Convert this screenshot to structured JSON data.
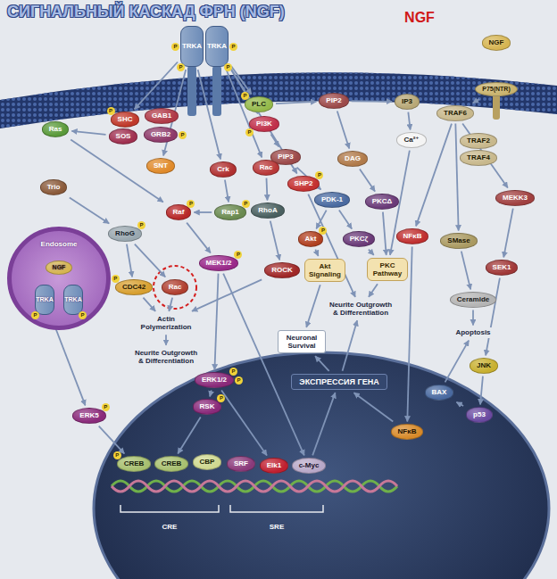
{
  "diagram": {
    "title": "СИГНАЛЬНЫЙ КАСКАД ФРН (NGF)",
    "nodes": [
      {
        "text": [
          "TRKA"
        ]
      },
      {
        "text": [
          "TRKA"
        ]
      },
      {
        "text": [
          "NGF"
        ]
      },
      {
        "text": [
          "P75(NTR)"
        ]
      },
      {
        "text": [
          "Ras"
        ]
      },
      {
        "text": [
          "SHC"
        ]
      },
      {
        "text": [
          "GAB1"
        ]
      },
      {
        "text": [
          "SOS"
        ]
      },
      {
        "text": [
          "GRB2"
        ]
      },
      {
        "text": [
          "PLC"
        ]
      },
      {
        "text": [
          "PI3K"
        ]
      },
      {
        "text": [
          "PIP2"
        ]
      },
      {
        "text": [
          "IP3"
        ]
      },
      {
        "text": [
          "TRAF6"
        ]
      },
      {
        "text": [
          "PIP3"
        ]
      },
      {
        "text": [
          "DAG"
        ]
      },
      {
        "text": [
          "Ca²⁺"
        ]
      },
      {
        "text": [
          "TRAF2"
        ]
      },
      {
        "text": [
          "TRAF4"
        ]
      },
      {
        "text": [
          "SNT"
        ]
      },
      {
        "text": [
          "Trio"
        ]
      },
      {
        "text": [
          "Crk"
        ]
      },
      {
        "text": [
          "Rac"
        ]
      },
      {
        "text": [
          "SHP2"
        ]
      },
      {
        "text": [
          "PDK-1"
        ]
      },
      {
        "text": [
          "PKCΔ"
        ]
      },
      {
        "text": [
          "NFκB"
        ]
      },
      {
        "text": [
          "MEKK3"
        ]
      },
      {
        "text": [
          "Raf"
        ]
      },
      {
        "text": [
          "Rap1"
        ]
      },
      {
        "text": [
          "RhoA"
        ]
      },
      {
        "text": [
          "Akt"
        ]
      },
      {
        "text": [
          "PKCζ"
        ]
      },
      {
        "text": [
          "SMase"
        ]
      },
      {
        "text": [
          "RhoG"
        ]
      },
      {
        "text": [
          "MEK1/2"
        ]
      },
      {
        "text": [
          "ROCK"
        ]
      },
      {
        "text": [
          "Akt Signaling"
        ]
      },
      {
        "text": [
          "PKC Pathway"
        ]
      },
      {
        "text": [
          "SEK1"
        ]
      },
      {
        "text": [
          "Endosome"
        ]
      },
      {
        "text": [
          "NGF"
        ],
        "in": 40
      },
      {
        "text": [
          "TRKA"
        ],
        "in": 40
      },
      {
        "text": [
          "TRKA"
        ],
        "in": 40
      },
      {
        "text": [
          "CDC42"
        ]
      },
      {
        "text": [
          "Rac"
        ]
      },
      {
        "text": [
          "Ceramide"
        ]
      },
      {
        "text": [
          "Neurite Outgrowth & Differentiation"
        ]
      },
      {
        "text": [
          "Actin Polymerization"
        ]
      },
      {
        "text": [
          "Apoptosis"
        ]
      },
      {
        "text": [
          "Neuronal Survival"
        ]
      },
      {
        "text": [
          "Neurite Outgrowth & Differentiation"
        ]
      },
      {
        "text": [
          "JNK"
        ]
      },
      {
        "text": [
          "ERK1/2"
        ]
      },
      {
        "text": [
          "ЭКСПРЕССИЯ ГЕНА"
        ]
      },
      {
        "text": [
          "BAX"
        ]
      },
      {
        "text": [
          "RSK"
        ]
      },
      {
        "text": [
          "p53"
        ]
      },
      {
        "text": [
          "ERK5"
        ]
      },
      {
        "text": [
          "NFκB"
        ]
      },
      {
        "text": [
          "CREB"
        ]
      },
      {
        "text": [
          "CREB"
        ]
      },
      {
        "text": [
          "CBP"
        ]
      },
      {
        "text": [
          "SRF"
        ]
      },
      {
        "text": [
          "Elk1"
        ]
      },
      {
        "text": [
          "c-Myc"
        ]
      }
    ],
    "edges": [
      {
        "from": 7,
        "to": 4,
        "arrow": "to"
      },
      {
        "from": 0,
        "to": 19,
        "arrow": "to"
      },
      {
        "from": 4,
        "to": 28,
        "arrow": "to"
      },
      {
        "from": 20,
        "to": 34,
        "arrow": "to"
      },
      {
        "from": 0,
        "to": 21,
        "arrow": "to"
      },
      {
        "from": 21,
        "to": 29,
        "arrow": "to"
      },
      {
        "from": 29,
        "to": 28,
        "arrow": "to"
      },
      {
        "from": 1,
        "to": 22,
        "arrow": "to"
      },
      {
        "from": 22,
        "to": 30,
        "arrow": "to"
      },
      {
        "from": 30,
        "to": 36,
        "arrow": "to"
      },
      {
        "from": 36,
        "to": 48,
        "arrow": "to"
      },
      {
        "from": 1,
        "to": 23,
        "arrow": "to"
      },
      {
        "from": 23,
        "to": 47,
        "arrow": "to"
      },
      {
        "from": 9,
        "to": 11,
        "arrow": "to"
      },
      {
        "from": 11,
        "to": 15,
        "arrow": "to"
      },
      {
        "from": 11,
        "to": 12,
        "arrow": "to"
      },
      {
        "from": 12,
        "to": 16,
        "arrow": "to"
      },
      {
        "from": 15,
        "to": 25,
        "arrow": "to"
      },
      {
        "from": 25,
        "to": 38,
        "arrow": "to"
      },
      {
        "from": 16,
        "to": 38,
        "arrow": "to"
      },
      {
        "from": 10,
        "to": 14,
        "arrow": "to"
      },
      {
        "from": 14,
        "to": 24,
        "arrow": "to"
      },
      {
        "from": 24,
        "to": 31,
        "arrow": "to"
      },
      {
        "from": 24,
        "to": 32,
        "arrow": "to"
      },
      {
        "from": 31,
        "to": 37,
        "arrow": "to"
      },
      {
        "from": 32,
        "to": 38,
        "arrow": "to"
      },
      {
        "from": 37,
        "to": 50,
        "arrow": "to"
      },
      {
        "from": 38,
        "to": 47,
        "arrow": "to"
      },
      {
        "from": 28,
        "to": 35,
        "arrow": "to"
      },
      {
        "from": 35,
        "to": 53,
        "arrow": "to"
      },
      {
        "from": 53,
        "to": 56,
        "arrow": "to"
      },
      {
        "from": 56,
        "to": 61,
        "arrow": "to"
      },
      {
        "from": 53,
        "to": 64,
        "arrow": "to"
      },
      {
        "from": 34,
        "to": 44,
        "arrow": "to"
      },
      {
        "from": 34,
        "to": 45,
        "arrow": "to"
      },
      {
        "from": 44,
        "to": 48,
        "arrow": "to"
      },
      {
        "from": 45,
        "to": 48,
        "arrow": "to"
      },
      {
        "from": 48,
        "to": 51,
        "arrow": "to"
      },
      {
        "from": 42,
        "to": 58,
        "arrow": "to"
      },
      {
        "from": 58,
        "to": 60,
        "arrow": "to"
      },
      {
        "from": 13,
        "to": 26,
        "arrow": "to"
      },
      {
        "from": 26,
        "to": 59,
        "arrow": "to"
      },
      {
        "from": 13,
        "to": 33,
        "arrow": "to"
      },
      {
        "from": 33,
        "to": 46,
        "arrow": "to"
      },
      {
        "from": 46,
        "to": 49,
        "arrow": "to"
      },
      {
        "from": 13,
        "to": 27,
        "arrow": "to"
      },
      {
        "from": 27,
        "to": 39,
        "arrow": "to"
      },
      {
        "from": 39,
        "to": 52,
        "arrow": "to"
      },
      {
        "from": 52,
        "to": 57,
        "arrow": "to"
      },
      {
        "from": 57,
        "to": 55,
        "arrow": "to"
      },
      {
        "from": 55,
        "to": 49,
        "arrow": "to"
      },
      {
        "from": 54,
        "to": 50,
        "arrow": "to"
      },
      {
        "from": 54,
        "to": 47,
        "arrow": "to"
      },
      {
        "from": 59,
        "to": 54,
        "arrow": "to"
      },
      {
        "from": 65,
        "to": 54,
        "arrow": "to"
      },
      {
        "from": 35,
        "to": 65,
        "arrow": "to"
      },
      {
        "from": 3,
        "to": 13,
        "arrow": "to"
      },
      {
        "from": 1,
        "to": 9,
        "arrow": "to"
      },
      {
        "from": 1,
        "to": 10,
        "arrow": "to"
      },
      {
        "from": 0,
        "to": 5,
        "arrow": "to"
      }
    ],
    "labels": [
      "NGF",
      "CRE",
      "SRE",
      "P",
      "P",
      "P",
      "P",
      "P",
      "P",
      "P",
      "P",
      "P",
      "P",
      "P",
      "P",
      "P",
      "P",
      "P",
      "P",
      "P",
      "P",
      "P",
      "P",
      "P",
      "P"
    ]
  }
}
